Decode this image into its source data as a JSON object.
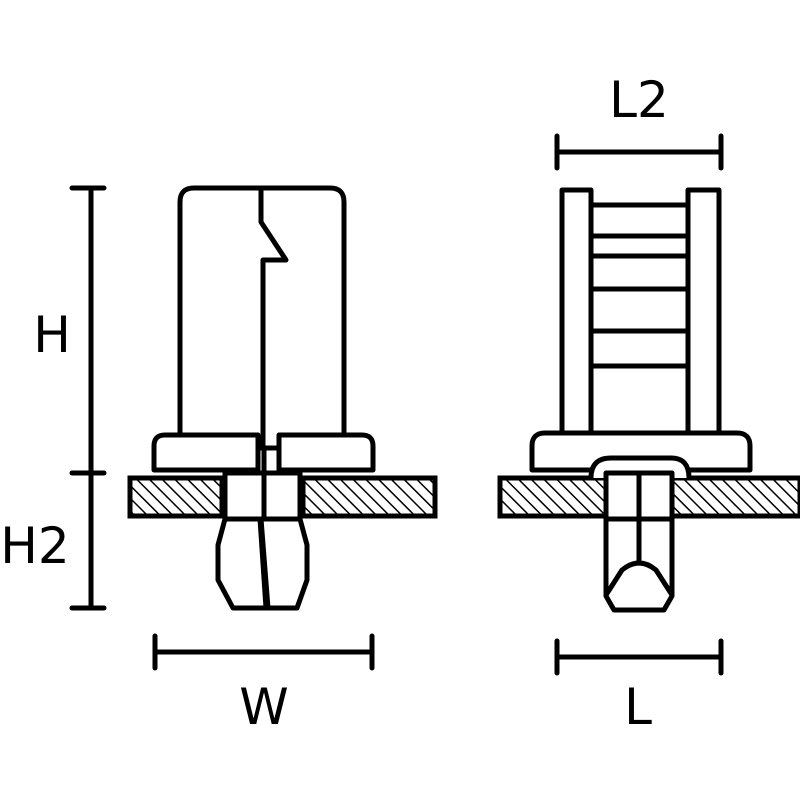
{
  "labels": {
    "height": "H",
    "height2": "H2",
    "width": "W",
    "length": "L",
    "length2": "L2"
  },
  "colors": {
    "line": "#000000",
    "background": "#ffffff"
  }
}
